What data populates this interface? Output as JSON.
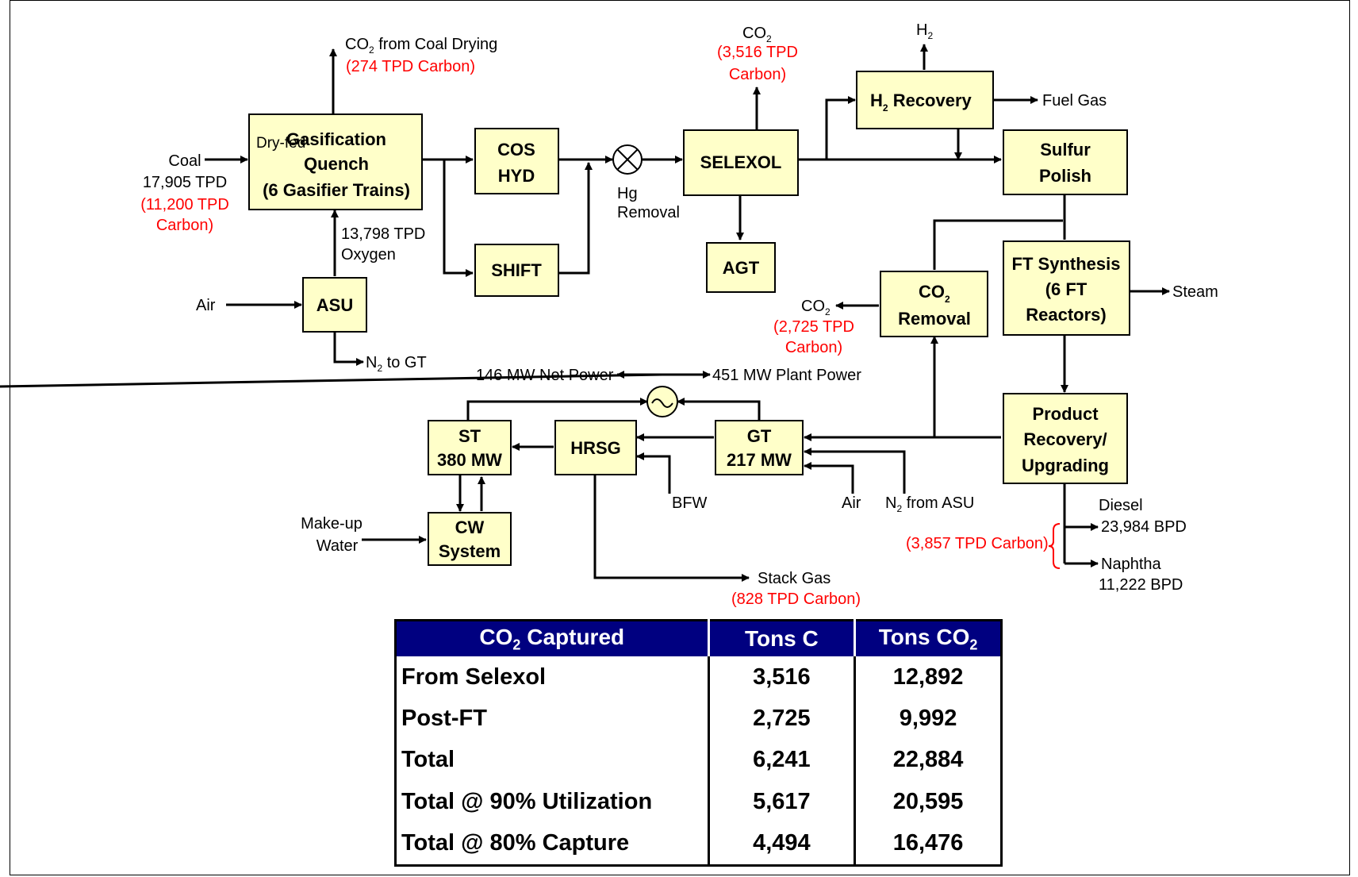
{
  "diagram": {
    "boxes": {
      "gasification": [
        "Gasification",
        "Quench",
        "(6 Gasifier Trains)"
      ],
      "dry_fed": "Dry-fed",
      "cos_hyd": [
        "COS",
        "HYD"
      ],
      "shift": "SHIFT",
      "asu": "ASU",
      "selexol": "SELEXOL",
      "agt": "AGT",
      "h2_recovery": [
        "H",
        "2",
        " Recovery"
      ],
      "sulfur_polish": [
        "Sulfur",
        "Polish"
      ],
      "co2_removal": [
        "CO",
        "2",
        "Removal"
      ],
      "ft_synthesis": [
        "FT Synthesis",
        "(6 FT",
        "Reactors)"
      ],
      "product_recovery": [
        "Product",
        "Recovery/",
        "Upgrading"
      ],
      "gt": [
        "GT",
        "217 MW"
      ],
      "hrsg": "HRSG",
      "st": [
        "ST",
        "380 MW"
      ],
      "cw": [
        "CW",
        "System"
      ]
    },
    "labels": {
      "co2_coal_drying": [
        "CO",
        "2",
        " from Coal Drying"
      ],
      "co2_coal_drying_carbon": "(274 TPD Carbon)",
      "coal": "Coal",
      "coal_tpd": "17,905 TPD",
      "coal_carbon": [
        "(11,200 TPD",
        "Carbon)"
      ],
      "oxygen_tpd": "13,798 TPD",
      "oxygen": "Oxygen",
      "air": "Air",
      "n2_to_gt": [
        "N",
        "2",
        " to GT"
      ],
      "hg_removal": [
        "Hg",
        "Removal"
      ],
      "co2_selexol": [
        "CO",
        "2"
      ],
      "co2_selexol_carbon": [
        "(3,516 TPD",
        "Carbon)"
      ],
      "h2": [
        "H",
        "2"
      ],
      "fuel_gas": "Fuel Gas",
      "steam": "Steam",
      "co2_removal_out": [
        "CO",
        "2"
      ],
      "co2_removal_carbon": [
        "(2,725 TPD",
        "Carbon)"
      ],
      "net_power": "146 MW Net Power",
      "plant_power": "451 MW Plant Power",
      "bfw": "BFW",
      "gt_air": "Air",
      "n2_from_asu": [
        "N",
        "2",
        " from ASU"
      ],
      "makeup_water": [
        "Make-up",
        "Water"
      ],
      "stack_gas": "Stack Gas",
      "stack_gas_carbon": "(828 TPD Carbon)",
      "diesel": [
        "Diesel",
        "23,984 BPD"
      ],
      "naphtha": [
        "Naphtha",
        "11,222 BPD"
      ],
      "products_carbon": "(3,857 TPD Carbon)"
    }
  },
  "table": {
    "headers": [
      {
        "main": "CO",
        "sub": "2",
        "rest": " Captured"
      },
      {
        "main": "Tons C",
        "sub": "",
        "rest": ""
      },
      {
        "main": "Tons CO",
        "sub": "2",
        "rest": ""
      }
    ],
    "rows": [
      {
        "label": "From Selexol",
        "tons_c": "3,516",
        "tons_co2": "12,892"
      },
      {
        "label": "Post-FT",
        "tons_c": "2,725",
        "tons_co2": "9,992"
      },
      {
        "label": "Total",
        "tons_c": "6,241",
        "tons_co2": "22,884"
      },
      {
        "label": "Total @ 90% Utilization",
        "tons_c": "5,617",
        "tons_co2": "20,595"
      },
      {
        "label": "Total @ 80% Capture",
        "tons_c": "4,494",
        "tons_co2": "16,476"
      }
    ]
  }
}
